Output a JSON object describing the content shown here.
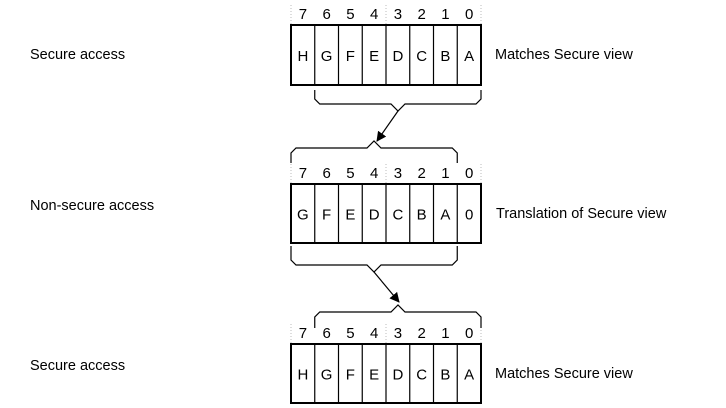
{
  "diagram": {
    "rows": [
      {
        "id": "row-secure-top",
        "left_label": "Secure access",
        "right_label": "Matches Secure view",
        "bit_numbers": [
          "7",
          "6",
          "5",
          "4",
          "3",
          "2",
          "1",
          "0"
        ],
        "cells": [
          "H",
          "G",
          "F",
          "E",
          "D",
          "C",
          "B",
          "A"
        ],
        "brace_below_bits": [
          6,
          0
        ]
      },
      {
        "id": "row-non-secure",
        "left_label": "Non-secure access",
        "right_label": "Translation of Secure view",
        "bit_numbers": [
          "7",
          "6",
          "5",
          "4",
          "3",
          "2",
          "1",
          "0"
        ],
        "cells": [
          "G",
          "F",
          "E",
          "D",
          "C",
          "B",
          "A",
          "0"
        ],
        "brace_above_bits": [
          7,
          1
        ],
        "brace_below_bits": [
          7,
          1
        ]
      },
      {
        "id": "row-secure-bottom",
        "left_label": "Secure access",
        "right_label": "Matches Secure view",
        "bit_numbers": [
          "7",
          "6",
          "5",
          "4",
          "3",
          "2",
          "1",
          "0"
        ],
        "cells": [
          "H",
          "G",
          "F",
          "E",
          "D",
          "C",
          "B",
          "A"
        ],
        "brace_above_bits": [
          6,
          0
        ]
      }
    ],
    "arrows": [
      {
        "from": "row-secure-top",
        "to": "row-non-secure"
      },
      {
        "from": "row-non-secure",
        "to": "row-secure-bottom"
      }
    ]
  }
}
